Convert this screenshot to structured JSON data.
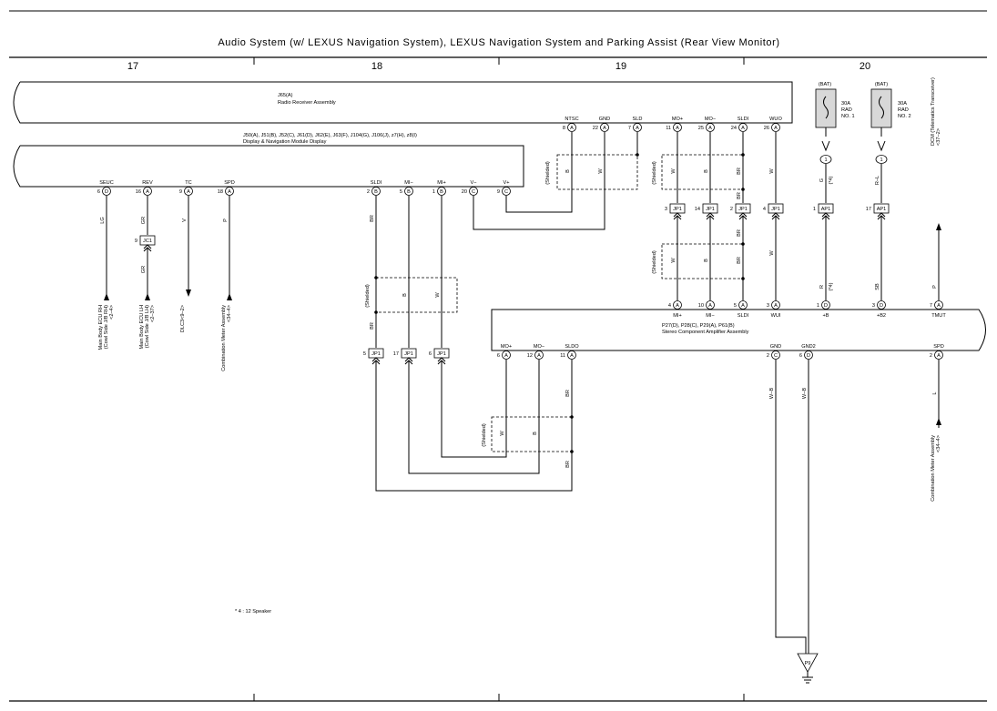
{
  "title": "Audio System (w/ LEXUS Navigation System),  LEXUS Navigation System and Parking Assist (Rear View Monitor)",
  "sections": [
    "17",
    "18",
    "19",
    "20"
  ],
  "radio": {
    "code": "J65(A)",
    "name": "Radio Receiver Assembly"
  },
  "display": {
    "code": "J50(A), J51(B), J52(C), J61(D), J62(E), J63(F), J104(G), J106(J), z7(H), z8(I)",
    "name": "Display & Navigation Module Display"
  },
  "amp": {
    "code": "P27(D), P28(C), P29(A), P61(B)",
    "name": "Stereo Component Amplifier Assembly"
  },
  "bat": "(BAT)",
  "fuses": [
    {
      "line1": "30A",
      "line2": "RAD",
      "line3": "NO. 1"
    },
    {
      "line1": "30A",
      "line2": "RAD",
      "line3": "NO. 2"
    }
  ],
  "shielded": "(Shielded)",
  "note": "* 4 : 12 Speaker",
  "ground": "P9",
  "radio_pins": [
    {
      "name": "NTSC",
      "num": "8",
      "conn": "A"
    },
    {
      "name": "GND",
      "num": "22",
      "conn": "A"
    },
    {
      "name": "SLD",
      "num": "7",
      "conn": "A"
    },
    {
      "name": "MO+",
      "num": "11",
      "conn": "A"
    },
    {
      "name": "MO−",
      "num": "25",
      "conn": "A"
    },
    {
      "name": "SLDI",
      "num": "24",
      "conn": "A"
    },
    {
      "name": "WUO",
      "num": "26",
      "conn": "A"
    }
  ],
  "display_pins": [
    {
      "name": "SEUC",
      "num": "6",
      "conn": "D"
    },
    {
      "name": "REV",
      "num": "16",
      "conn": "A"
    },
    {
      "name": "TC",
      "num": "9",
      "conn": "A"
    },
    {
      "name": "SPD",
      "num": "18",
      "conn": "A"
    },
    {
      "name": "SLDI",
      "num": "2",
      "conn": "B"
    },
    {
      "name": "MI−",
      "num": "5",
      "conn": "B"
    },
    {
      "name": "MI+",
      "num": "1",
      "conn": "B"
    },
    {
      "name": "V−",
      "num": "20",
      "conn": "C"
    },
    {
      "name": "V+",
      "num": "9",
      "conn": "C"
    }
  ],
  "amp_top_pins": [
    {
      "name": "MI+",
      "num": "4",
      "conn": "A"
    },
    {
      "name": "MI−",
      "num": "10",
      "conn": "A"
    },
    {
      "name": "SLDI",
      "num": "5",
      "conn": "A"
    },
    {
      "name": "WUI",
      "num": "3",
      "conn": "A"
    },
    {
      "name": "+B",
      "num": "1",
      "conn": "D"
    },
    {
      "name": "+B2",
      "num": "3",
      "conn": "D"
    },
    {
      "name": "TMUT",
      "num": "7",
      "conn": "A"
    }
  ],
  "amp_bottom_pins": [
    {
      "name": "MO+",
      "num": "6",
      "conn": "A"
    },
    {
      "name": "MO−",
      "num": "12",
      "conn": "A"
    },
    {
      "name": "SLDO",
      "num": "11",
      "conn": "A"
    },
    {
      "name": "GND",
      "num": "2",
      "conn": "C"
    },
    {
      "name": "GND2",
      "num": "6",
      "conn": "D"
    },
    {
      "name": "SPD",
      "num": "2",
      "conn": "A"
    }
  ],
  "wire_colors": {
    "seuc": "LG",
    "rev1": "GR",
    "rev2": "GR",
    "tc": "V",
    "spd": "P",
    "ntsc": "B",
    "gnd": "W",
    "sld_br": "BR",
    "mo_plus": "W",
    "mo_minus": "B",
    "mo_sh_br": "BR",
    "mi_plus": "W",
    "mi_minus": "B",
    "mi_sh_br": "BR",
    "wuo": "W",
    "wuo2": "W",
    "rad1_a": "G",
    "rad1_a_note": "(*4)",
    "rad1_b": "R",
    "rad1_b_note": "(*4)",
    "rad2_a": "R–L",
    "rad2_b": "SB",
    "tmut": "P",
    "slde_br1": "BR",
    "slde_br2": "BR",
    "disp_mi_plus": "W",
    "disp_mi_minus": "B",
    "disp_sld": "BR",
    "disp_sld2": "BR",
    "amp_mo_plus": "W",
    "amp_mo_minus": "B",
    "sldo1": "BR",
    "sldo2": "BR",
    "gnd1": "W–B",
    "gnd2": "W–B",
    "amp_spd": "L"
  },
  "junctions": {
    "jc1_pin": "9",
    "jc1": "JC1",
    "jp_top": [
      {
        "num": "3",
        "name": "JP1"
      },
      {
        "num": "14",
        "name": "JP1"
      },
      {
        "num": "2",
        "name": "JP1"
      },
      {
        "num": "4",
        "name": "JP1"
      }
    ],
    "ap_top": [
      {
        "num": "1",
        "name": "AP1"
      },
      {
        "num": "17",
        "name": "AP1"
      }
    ],
    "jp_left": [
      {
        "num": "5",
        "name": "JP1"
      },
      {
        "num": "17",
        "name": "JP1"
      },
      {
        "num": "6",
        "name": "JP1"
      }
    ]
  },
  "splice": "1",
  "destinations": [
    {
      "line1": "Main Body ECU RH",
      "line2": "(Cowl Side J/B RH)",
      "line3": "<2–4>"
    },
    {
      "line1": "Main Body ECU LH",
      "line2": "(Cowl Side J/B LH)",
      "line3": "<2–37>"
    },
    {
      "line1": "DLC3<9–2>",
      "line2": "",
      "line3": ""
    },
    {
      "line1": "Combination Meter Assembly",
      "line2": "<34–4>",
      "line3": ""
    },
    {
      "line1": "DCM (Telematics Transceiver)",
      "line2": "<37–2>",
      "line3": ""
    },
    {
      "line1": "Combination Meter Assembly",
      "line2": "<34–4>",
      "line3": ""
    }
  ]
}
